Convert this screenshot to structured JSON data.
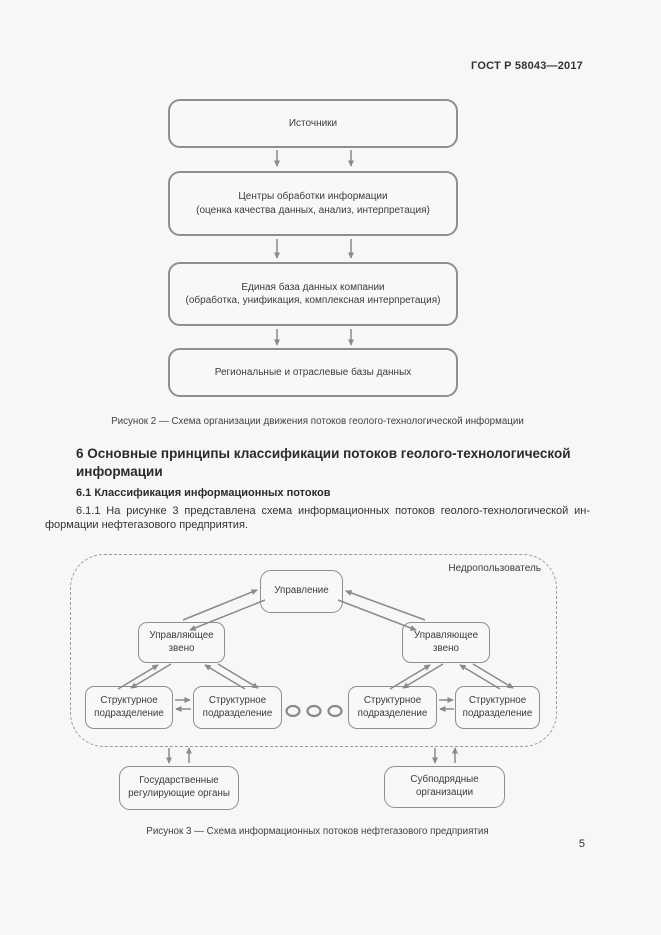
{
  "page": {
    "header_title": "ГОСТ Р 58043—2017",
    "page_number": "5"
  },
  "colors": {
    "page_background": "#f7f7f8",
    "box_border": "#8f8f8f",
    "arrow_gray": "#8a8a8a",
    "text": "#3c3c3c",
    "dashed_border": "#9b9b9b"
  },
  "figure2": {
    "box_sources": "Источники",
    "box_centers_title": "Центры обработки информации",
    "box_centers_sub": "(оценка качества данных, анализ, интерпретация)",
    "box_database_title": "Единая база данных компании",
    "box_database_sub": "(обработка, унификация, комплексная интерпретация)",
    "box_regional": "Региональные и отраслевые базы данных",
    "caption": "Рисунок 2 — Схема организации движения потоков геолого-технологической информации"
  },
  "section6": {
    "heading": "6 Основные принципы классификации потоков геолого-технологической информации",
    "subheading": "6.1 Классификация информационных потоков",
    "paragraph_line1": "6.1.1 На рисунке 3 представлена схема информационных потоков геолого-технологической ин-",
    "paragraph_line2": "формации нефтегазового предприятия."
  },
  "figure3": {
    "frame_label": "Недропользователь",
    "management": "Управление",
    "control_unit": "Управляющее звено",
    "structural_unit": "Структурное подразделение",
    "government": "Государственные регулирующие органы",
    "subcontractors": "Субподрядные организации",
    "caption": "Рисунок 3 — Схема информационных потоков нефтегазового предприятия"
  }
}
